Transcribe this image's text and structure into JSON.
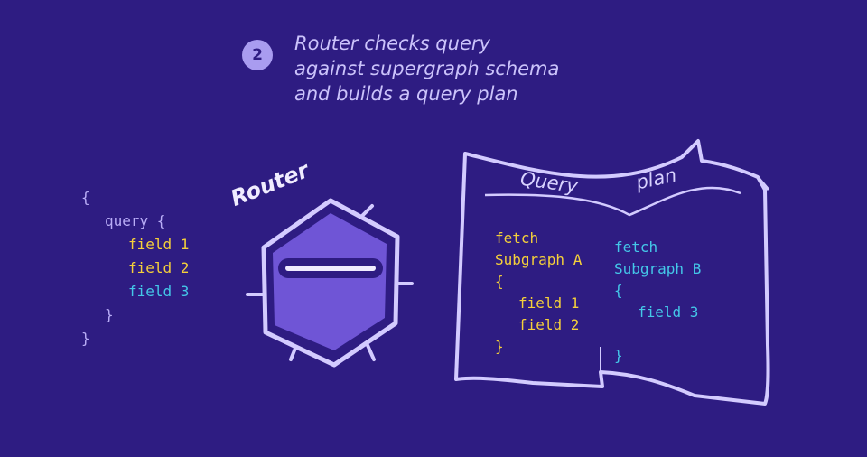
{
  "step": {
    "number": "2",
    "caption_lines": [
      "Router checks query",
      "against supergraph schema",
      "and builds a query plan"
    ]
  },
  "query_block": {
    "open_brace": "{",
    "query_line": "query {",
    "fields": [
      "field 1",
      "field 2",
      "field 3"
    ],
    "inner_close": "}",
    "outer_close": "}"
  },
  "router": {
    "label": "Router"
  },
  "query_plan": {
    "title_word_1": "Query",
    "title_word_2": "plan",
    "fetch_a": {
      "fetch_label": "fetch",
      "subgraph": "Subgraph A",
      "open_brace": "{",
      "fields": [
        "field 1",
        "field 2"
      ],
      "close_brace": "}"
    },
    "fetch_b": {
      "fetch_label": "fetch",
      "subgraph": "Subgraph B",
      "open_brace": "{",
      "fields": [
        "field 3"
      ],
      "close_brace": "}"
    }
  },
  "colors": {
    "background": "#2e1c82",
    "outline": "#d3cbff",
    "router_fill": "#6f55d6",
    "field_subgraph_a": "#f5d03a",
    "field_subgraph_b": "#44c7e8",
    "text": "#b9adf7"
  }
}
